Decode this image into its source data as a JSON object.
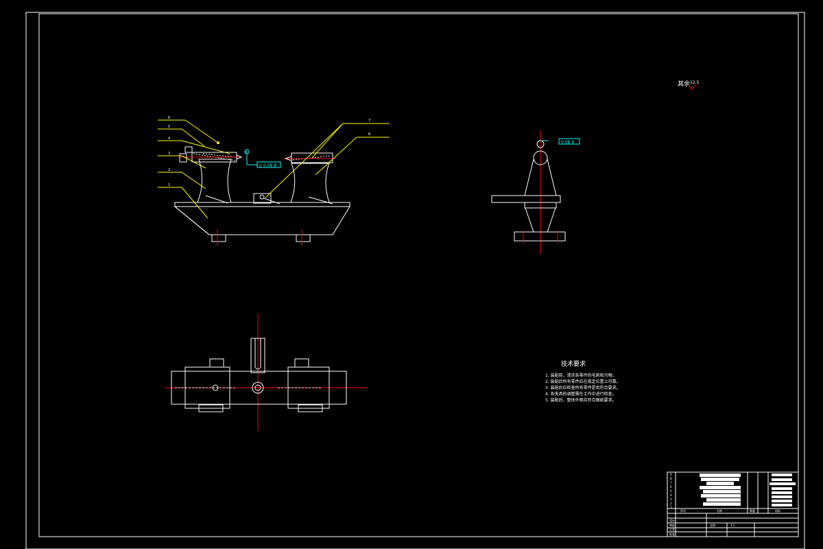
{
  "drawing": {
    "surface_note": "其余",
    "surface_value": "12.5",
    "tech_title": "技术要求",
    "tech_items": [
      "1. 装配前，清洗各零件的毛刺和污物。",
      "2. 装配后所有零件应在规定位置上可靠。",
      "3. 装配后应检查所有零件是否符合要求。",
      "4. 各夹具的调整需在工作中进行检查。",
      "5. 装配后，整体外观应符合图纸要求。"
    ],
    "balloons_left": [
      "6",
      "5",
      "4",
      "3",
      "2",
      "1"
    ],
    "balloons_right": [
      "7",
      "8"
    ],
    "tolerance_front": "// 0.08 B",
    "tolerance_side": "0.08 A",
    "datum_a": "A",
    "datum_b": "B",
    "bom": {
      "row_numbers": [
        "9",
        "8",
        "7",
        "6",
        "5",
        "4",
        "3",
        "2",
        "1"
      ],
      "header": [
        "序号",
        "名称",
        "数量",
        "材料"
      ],
      "info_labels": [
        "设计",
        "审核",
        "工艺",
        "批准"
      ],
      "scale_label": "比例",
      "scale_value": "1:1"
    }
  },
  "colors": {
    "background": "#000000",
    "outline": "#ffffff",
    "leader": "#ffff00",
    "centerline": "#ff0000",
    "dimension": "#00ffff"
  }
}
